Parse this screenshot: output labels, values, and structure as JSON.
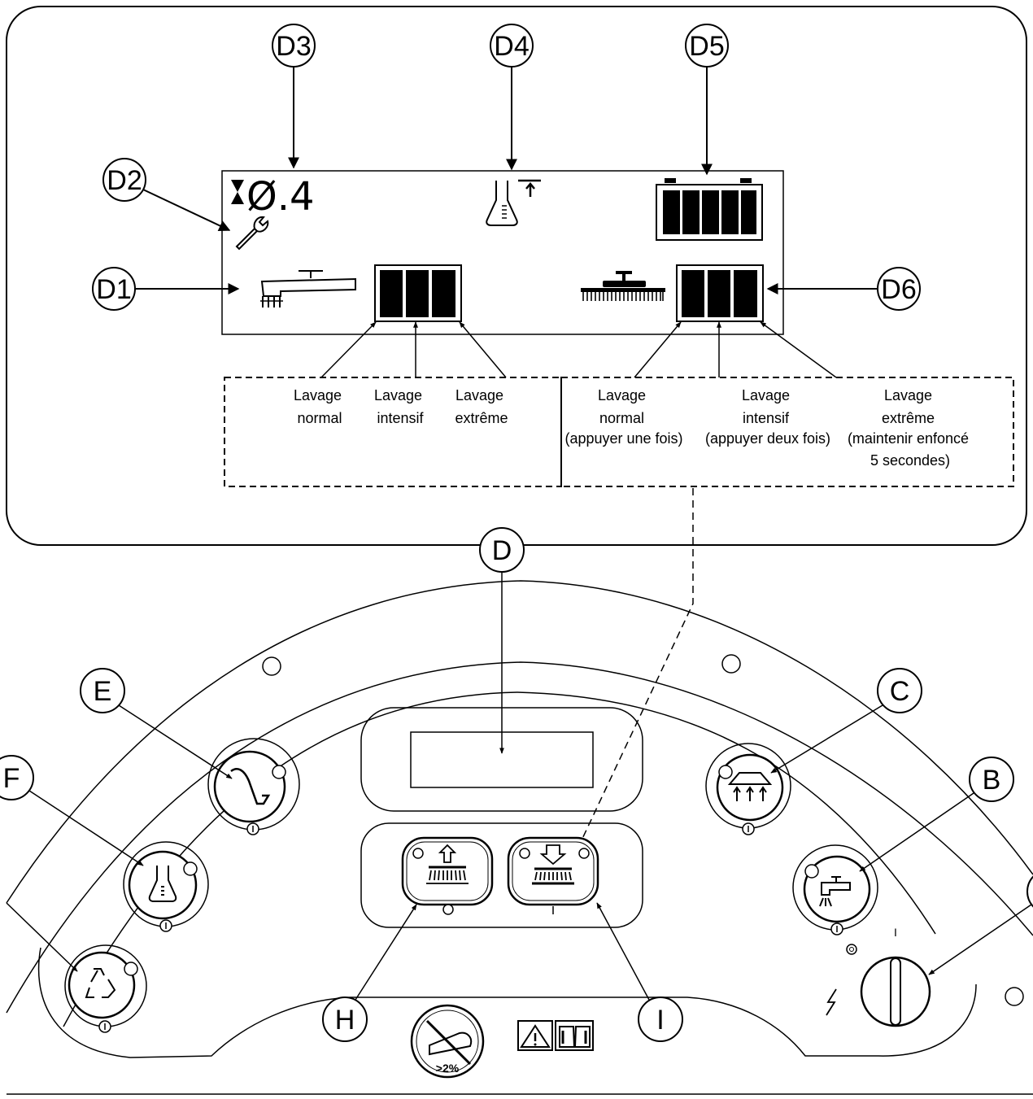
{
  "labels": {
    "D1": "D1",
    "D2": "D2",
    "D3": "D3",
    "D4": "D4",
    "D5": "D5",
    "D6": "D6",
    "D": "D",
    "E": "E",
    "F": "F",
    "C": "C",
    "B": "B",
    "H": "H",
    "I": "I"
  },
  "display": {
    "hour_value": "Ø.4"
  },
  "left_captions": [
    [
      "Lavage",
      "normal"
    ],
    [
      "Lavage",
      "intensif"
    ],
    [
      "Lavage",
      "extrême"
    ]
  ],
  "right_captions": [
    [
      "Lavage",
      "normal",
      "(appuyer une fois)"
    ],
    [
      "Lavage",
      "intensif",
      "(appuyer deux fois)"
    ],
    [
      "Lavage",
      "extrême",
      "(maintenir enfoncé",
      "5 secondes)"
    ]
  ],
  "panel": {
    "slope_text": ">2%",
    "switch_on_mark": "I",
    "switch_off_mark": "O"
  },
  "icons": [
    "hourglass-icon",
    "wrench-icon",
    "flask-icon",
    "battery-icon",
    "solution-faucet-icon",
    "scrub-brush-icon",
    "squeegee-icon",
    "detergent-icon",
    "recycle-icon",
    "vacuum-icon",
    "water-icon",
    "deck-up-icon",
    "deck-down-icon",
    "no-slope-icon",
    "warning-icon",
    "manual-icon",
    "key-switch-icon",
    "power-icon"
  ]
}
